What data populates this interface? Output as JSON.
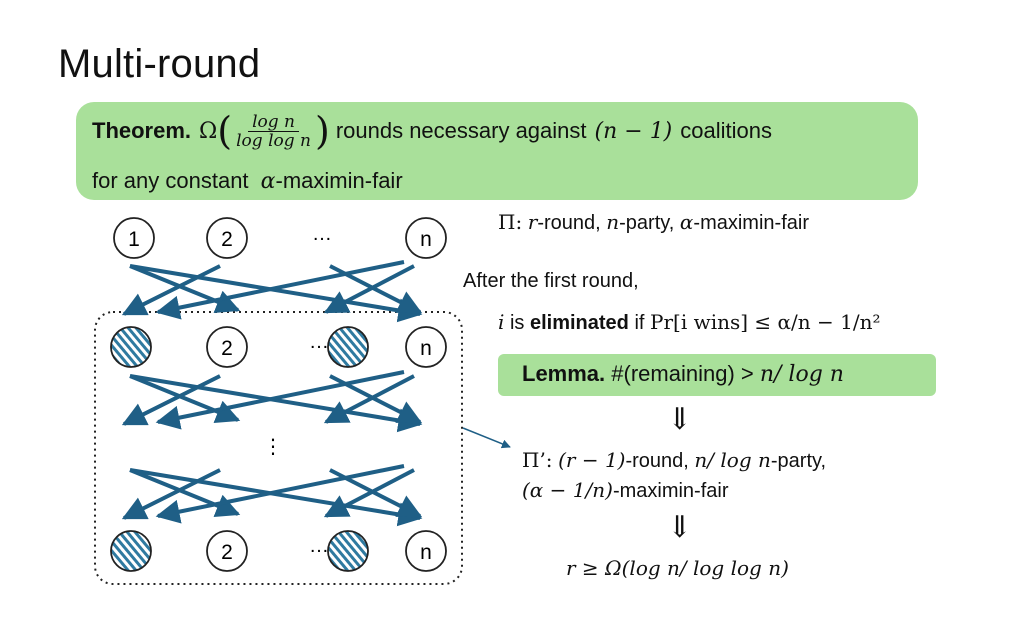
{
  "slide": {
    "title": "Multi-round",
    "theorem": {
      "label": "Theorem.",
      "omega": "Ω",
      "frac_num": "log n",
      "frac_den": "log log n",
      "line1_rest_a": "rounds necessary against",
      "line1_math": "(n − 1)",
      "line1_rest_b": "coalitions",
      "line2_a": "for any constant",
      "line2_alpha": "α",
      "line2_b": "-maximin-fair"
    },
    "protocol": {
      "pi": "Π:",
      "r": "r",
      "round": "-round,",
      "n": "n",
      "party": "-party,",
      "alpha": "α",
      "mmf": "-maximin-fair"
    },
    "after": "After the first round,",
    "elim": {
      "i": "i",
      "is": "is",
      "eliminated": "eliminated",
      "if": "if",
      "cond": "Pr[i wins] ≤ α/n − 1/n²"
    },
    "lemma": {
      "label": "Lemma.",
      "text": "#(remaining) >",
      "math": "n/ log n"
    },
    "implies_symbol": "⇓",
    "pi_prime": {
      "line1_pi": "Π’:",
      "line1_math1": "(r − 1)",
      "line1_t1": "-round,",
      "line1_math2": "n/ log n",
      "line1_t2": "-party,",
      "line2_math": "(α − 1/n)",
      "line2_t": "-maximin-fair"
    },
    "conclusion": "r ≥ Ω(log n/ log log n)"
  },
  "diagram": {
    "top_nodes": [
      "1",
      "2",
      "…",
      "n"
    ],
    "middle_nodes": [
      "2",
      "…",
      "n"
    ],
    "bottom_nodes": [
      "2",
      "…",
      "n"
    ],
    "vdots": "⋮",
    "colors": {
      "arrow": "#1f5f86",
      "node_stroke": "#222222",
      "hatch": "#2f7aa0",
      "box_border": "#222222"
    }
  }
}
